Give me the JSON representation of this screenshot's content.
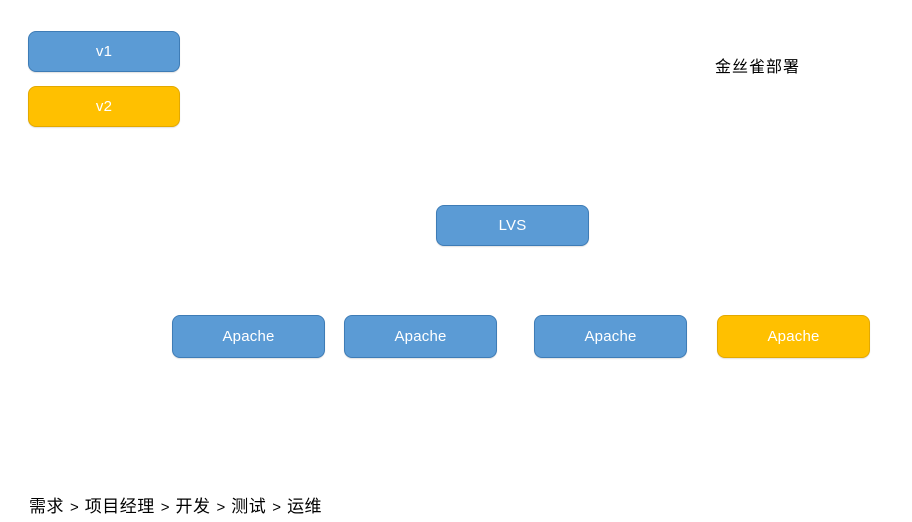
{
  "diagram": {
    "title": "金丝雀部署",
    "background_color": "#FFFFFF",
    "colors": {
      "blue_fill": "#5B9BD5",
      "blue_border": "#3E7CB6",
      "yellow_fill": "#FFC000",
      "yellow_border": "#E3A900",
      "node_text": "#FFFFFF",
      "caption_text": "#000000"
    },
    "versions": [
      {
        "label": "v1",
        "color": "#5B9BD5",
        "variant": "blue"
      },
      {
        "label": "v2",
        "color": "#FFC000",
        "variant": "yellow"
      }
    ],
    "balancer": {
      "label": "LVS",
      "color": "#5B9BD5",
      "variant": "blue"
    },
    "servers": [
      {
        "label": "Apache",
        "color": "#5B9BD5",
        "variant": "blue"
      },
      {
        "label": "Apache",
        "color": "#5B9BD5",
        "variant": "blue"
      },
      {
        "label": "Apache",
        "color": "#5B9BD5",
        "variant": "blue"
      },
      {
        "label": "Apache",
        "color": "#FFC000",
        "variant": "yellow"
      }
    ]
  },
  "breadcrumb": {
    "separator": ">",
    "steps": [
      {
        "label": "需求"
      },
      {
        "label": "项目经理"
      },
      {
        "label": "开发"
      },
      {
        "label": "测试"
      },
      {
        "label": "运维"
      }
    ]
  }
}
